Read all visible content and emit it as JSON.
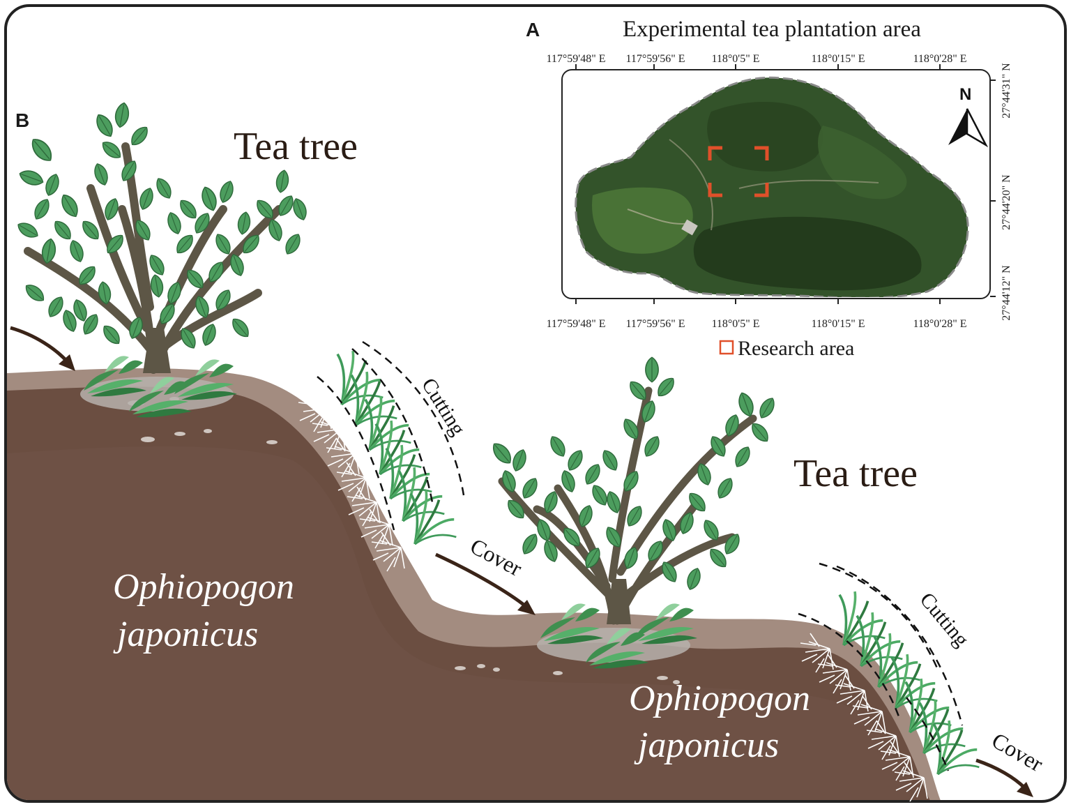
{
  "panel_a": {
    "label": "A",
    "title": "Experimental tea plantation area",
    "top_lon_ticks": [
      "117°59'48\" E",
      "117°59'56\" E",
      "118°0'5\" E",
      "118°0'15\" E",
      "118°0'28\" E"
    ],
    "bottom_lon_ticks": [
      "117°59'48\" E",
      "117°59'56\" E",
      "118°0'5\" E",
      "118°0'15\" E",
      "118°0'28\" E"
    ],
    "lat_ticks": [
      "27°44'31\" N",
      "27°44'20\" N",
      "27°44'12\" N"
    ],
    "north_label": "N",
    "legend_label": "Research area",
    "colors": {
      "research_area": "#e0502a",
      "vegetation_dark": "#2f4a24",
      "vegetation_mid": "#3f6a30"
    }
  },
  "panel_b": {
    "label": "B",
    "tea_tree_label_1": "Tea tree",
    "tea_tree_label_2": "Tea tree",
    "plant_label_1": {
      "line1": "Ophiopogon",
      "line2": "japonicus"
    },
    "plant_label_2": {
      "line1": "Ophiopogon",
      "line2": "japonicus"
    },
    "cutting_label_1": "Cutting",
    "cutting_label_2": "Cutting",
    "cover_label_1": "Cover",
    "cover_label_2": "Cover",
    "colors": {
      "soil_dark": "#6b4e40",
      "soil_light": "#a08a7e",
      "leaf": "#4a9a5c",
      "trunk": "#5d5646",
      "grass": "#3f9a5a"
    }
  }
}
